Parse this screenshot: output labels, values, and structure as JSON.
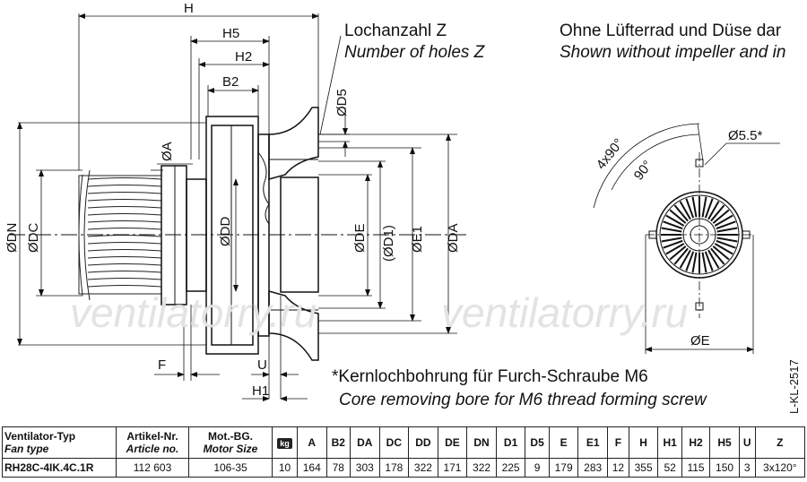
{
  "dims": {
    "H": "H",
    "H5": "H5",
    "H2": "H2",
    "B2": "B2",
    "D5": "ØD5",
    "A": "ØA",
    "DD": "ØDD",
    "DN": "ØDN",
    "DC": "ØDC",
    "DE": "ØDE",
    "D1": "(ØD1)",
    "E1": "ØE1",
    "DA": "ØDA",
    "F": "F",
    "U": "U",
    "H1": "H1",
    "E_side": "ØE",
    "angle1": "4x90°",
    "angle2": "90°",
    "hole": "Ø5.5*",
    "ref": "L-KL-2517"
  },
  "notes": {
    "holes_de": "Lochanzahl Z",
    "holes_en": "Number of holes Z",
    "without_de": "Ohne Lüfterrad und Düse dar",
    "without_en": "Shown without impeller and in",
    "core_de": "*Kernlochbohrung für Furch-Schraube M6",
    "core_en": "Core removing bore for M6 thread  forming screw"
  },
  "watermark": [
    "ventilatorry.ru",
    "ventilatorry.ru"
  ],
  "table": {
    "header": {
      "type_de": "Ventilator-Typ",
      "type_en": "Fan type",
      "article_de": "Artikel-Nr.",
      "article_en": "Article no.",
      "motor_de": "Mot.-BG.",
      "motor_en": "Motor Size",
      "kg_icon": "kg",
      "cols": [
        "A",
        "B2",
        "DA",
        "DC",
        "DD",
        "DE",
        "DN",
        "D1",
        "D5",
        "E",
        "E1",
        "F",
        "H",
        "H1",
        "H2",
        "H5",
        "U",
        "Z"
      ]
    },
    "row": {
      "type": "RH28C-4IK.4C.1R",
      "article": "112 603",
      "motor": "106-35",
      "kg": "10",
      "values": [
        "164",
        "78",
        "303",
        "178",
        "322",
        "171",
        "322",
        "225",
        "9",
        "179",
        "283",
        "12",
        "355",
        "52",
        "115",
        "150",
        "3",
        "3x120°"
      ]
    }
  }
}
